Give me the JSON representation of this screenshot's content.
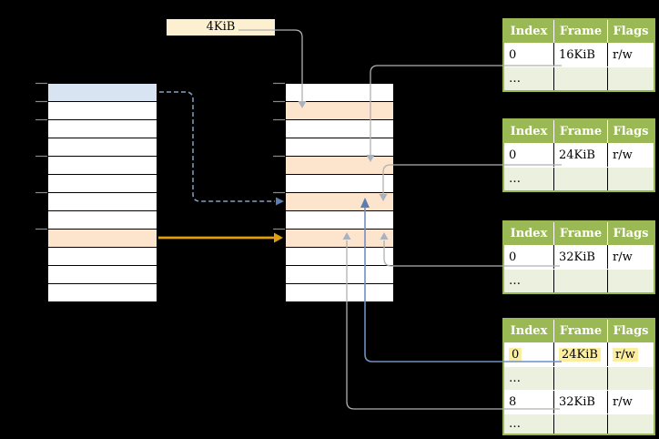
{
  "page_size_label": "4KiB",
  "colors": {
    "header_green": "#9ab955",
    "row_green": "#ebf1de",
    "row_white": "#ffffff",
    "row_blue": "#d8e4f2",
    "row_orange": "#fde5cd",
    "label_cream": "#fdf0d0",
    "highlight_yellow": "#fbee9e",
    "arrow_gray": "#b0b0b0",
    "arrowhead_gray": "#a9b3c0",
    "arrow_blue": "#6f8fc0",
    "arrow_blue_dashed": "#83a0cc",
    "arrowhead_blue": "#5b7db1",
    "arrow_orange": "#df9f10",
    "tick_gray": "#8a8a8a"
  },
  "virtual_memory_column": {
    "rows": [
      "blue",
      "white",
      "white",
      "white",
      "white",
      "white",
      "white",
      "white",
      "orange",
      "white",
      "white",
      "white"
    ]
  },
  "physical_memory_column": {
    "rows": [
      "white",
      "orange",
      "white",
      "white",
      "orange",
      "white",
      "orange",
      "white",
      "orange",
      "white",
      "white",
      "white"
    ]
  },
  "page_tables": [
    {
      "columns": [
        "Index",
        "Frame",
        "Flags"
      ],
      "rows": [
        {
          "cells": [
            "0",
            "16KiB",
            "r/w"
          ],
          "tint": "white",
          "highlight": false
        },
        {
          "cells": [
            "…",
            "",
            ""
          ],
          "tint": "green",
          "highlight": false
        }
      ]
    },
    {
      "columns": [
        "Index",
        "Frame",
        "Flags"
      ],
      "rows": [
        {
          "cells": [
            "0",
            "24KiB",
            "r/w"
          ],
          "tint": "white",
          "highlight": false
        },
        {
          "cells": [
            "…",
            "",
            ""
          ],
          "tint": "green",
          "highlight": false
        }
      ]
    },
    {
      "columns": [
        "Index",
        "Frame",
        "Flags"
      ],
      "rows": [
        {
          "cells": [
            "0",
            "32KiB",
            "r/w"
          ],
          "tint": "white",
          "highlight": false
        },
        {
          "cells": [
            "…",
            "",
            ""
          ],
          "tint": "green",
          "highlight": false
        }
      ]
    },
    {
      "columns": [
        "Index",
        "Frame",
        "Flags"
      ],
      "rows": [
        {
          "cells": [
            "0",
            "24KiB",
            "r/w"
          ],
          "tint": "white",
          "highlight": true
        },
        {
          "cells": [
            "…",
            "",
            ""
          ],
          "tint": "green",
          "highlight": false
        },
        {
          "cells": [
            "8",
            "32KiB",
            "r/w"
          ],
          "tint": "white",
          "highlight": false
        },
        {
          "cells": [
            "…",
            "",
            ""
          ],
          "tint": "green",
          "highlight": false
        }
      ]
    }
  ]
}
